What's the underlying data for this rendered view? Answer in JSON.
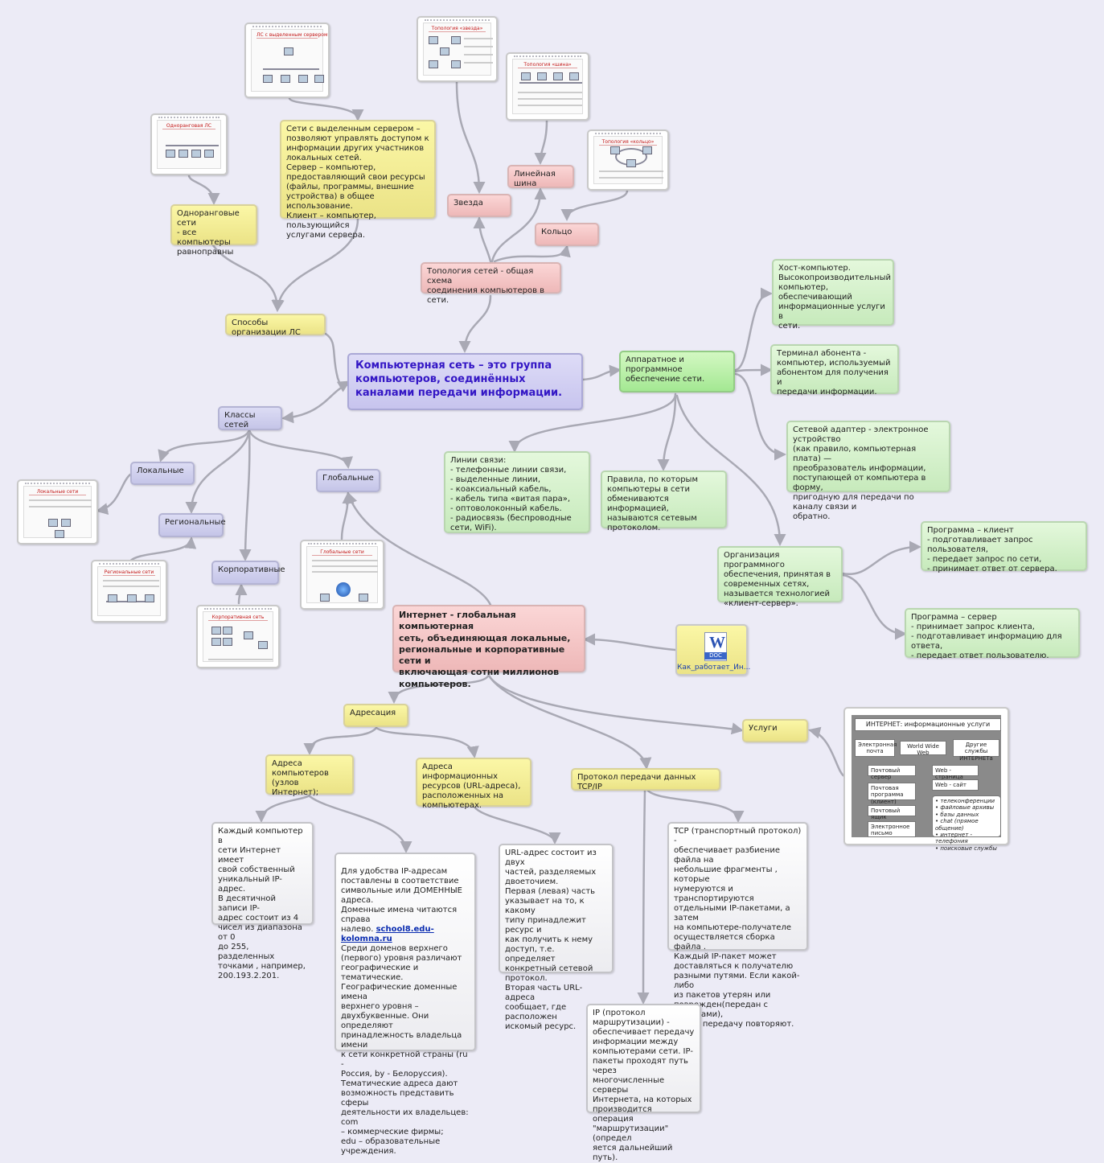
{
  "main": "Компьютерная сеть – это группа компьютеров, соединённых каналами передачи информации.",
  "methods": "Способы организации ЛС",
  "peer": "Одноранговые сети\n- все компьютеры\nравноправны",
  "server": "Сети с выделенным сервером –\nпозволяют управлять доступом к\nинформации других участников\nлокальных  сетей.\nСервер – компьютер,\nпредоставляющий свои ресурсы\n(файлы, программы, внешние\nустройства) в общее использование.\nКлиент – компьютер, пользующийся\nуслугами сервера.",
  "topology": "Топология сетей - общая схема\nсоединения компьютеров в сети.",
  "star": "Звезда",
  "bus": "Линейная шина",
  "ring": "Кольцо",
  "hardware": "Аппаратное и\nпрограммное\nобеспечение сети.",
  "host": "Хост-компьютер.\nВысокопроизводительный\nкомпьютер,\nобеспечивающий\nинформационные услуги в\nсети.",
  "terminal": "Терминал абонента -\nкомпьютер, используемый\nабонентом для получения и\nпередачи информации.",
  "adapter": "Сетевой адаптер - электронное устройство\n(как правило, компьютерная плата) —\nпреобразователь информации,\nпоступающей от компьютера в форму,\nпригодную для передачи по каналу связи и\nобратно.",
  "lines": "Линии связи:\n   -  телефонные линии связи,\n   - выделенные линии,\n   - коаксиальный кабель,\n   - кабель типа «витая пара»,\n   - оптоволоконный кабель.\n   - радиосвязь (беспроводные\nсети, WiFi).",
  "protocols": "Правила, по которым\nкомпьютеры в сети\nобмениваются информацией,\nназываются сетевым\nпротоколом.",
  "clientserver": "Организация программного\nобеспечения, принятая в\nсовременных сетях,\nназывается технологией\n«клиент-сервер».",
  "client": "Программа – клиент\n  - подготавливает запрос пользователя,\n  - передает запрос по сети,\n  - принимает ответ от сервера.",
  "serverprog": "Программа – сервер\n - принимает запрос клиента,\n - подготавливает информацию для ответа,\n - передает ответ пользователю.",
  "classes": "Классы сетей",
  "local": "Локальные",
  "regional": "Региональные",
  "corporate": "Корпоративные",
  "global": "Глобальные",
  "internet": "Интернет - глобальная компьютерная\nсеть,  объединяющая локальные,\nрегиональные и корпоративные сети и\nвключающая сотни миллионов\nкомпьютеров.",
  "doc_label": "DOC",
  "doc_caption": "Как_работает_Ин...",
  "addressing": "Адресация",
  "services": "Услуги",
  "addr_comp": "Адреса\nкомпьютеров\n(узлов Интернет);",
  "addr_res": "Адреса информационных\nресурсов (URL-адреса),\nрасположенных на\nкомпьютерах.",
  "tcpip": "Протокол передачи данных TCP/IP",
  "ip_addr": "Каждый компьютер в\nсети Интернет  имеет\nсвой собственный\nуникальный IP- адрес.\n В десятичной записи IP-\nадрес состоит из 4\nчисел из диапазона от 0\nдо 255, разделенных\nточками , например,\n200.193.2.201.",
  "dns_pre": "Для удобства IP-адресам\nпоставлены в соответствие\nсимвольные или ДОМЕННЫЕ\nадреса.\nДоменные имена читаются справа\nналево.  ",
  "dns_link": "school8.edu-kolomna.ru",
  "dns_post": "\nСреди доменов верхнего\n(первого)  уровня различают\nгеографические и тематические.\nГеографические доменные имена\nверхнего уровня –\nдвухбуквенные. Они определяют\nпринадлежность владельца имени\nк сети конкретной страны (ru -\nРоссия, by - Белоруссия).\nТематические адреса дают\nвозможность представить сферы\nдеятельности их владельцев: com\n– коммерческие фирмы;\nedu – образовательные\nучреждения.",
  "url": "URL-адрес состоит из двух\nчастей, разделяемых\nдвоеточием.\n Первая (левая) часть\nуказывает на то, к какому\nтипу принадлежит ресурс и\nкак получить к нему\nдоступ, т.е. определяет\nконкретный сетевой\nпротокол.\n Вторая часть URL-адреса\nсообщает, где расположен\nискомый ресурс.",
  "tcp": "TCP (транспортный протокол) -\nобеспечивает разбиение файла на\nнебольшие фрагменты , которые\nнумеруются и транспортируются\nотдельными IP-пакетами, а затем\nна компьютере-получателе\nосуществляется сборка файла .\n Каждый IP-пакет может\nдоставляться к получателю\nразными путями. Если какой-либо\nиз пакетов утерян или\nповрежден(передан с ошибками),\nто его передачу повторяют.",
  "ip": "IP  (протокол\nмаршрутизации) -\nобеспечивает передачу\nинформации между\nкомпьютерами сети. IP-\nпакеты проходят путь через\nмногочисленные серверы\nИнтернета, на которых\nпроизводится операция\n\"маршрутизации\"(определ\nяется дальнейший путь).",
  "thumbs": {
    "ls_server": "ЛС с выделенным сервером",
    "peer": "Одноранговая ЛС",
    "star": "Топология «звезда»",
    "bus": "Топология «шина»",
    "ring": "Топология «кольцо»",
    "local": "Локальные сети",
    "regional": "Региональные сети",
    "corporate": "Корпоративная сеть",
    "global": "Глобальные сети"
  },
  "svc_diagram": {
    "title": "ИНТЕРНЕТ:  информационные  услуги",
    "email": "Электронная\nпочта",
    "www": "World Wide Web",
    "other": "Другие службы\nИНТЕРНЕТа",
    "mailserver": "Почтовый сервер",
    "mailclient": "Почтовая\nпрограмма (клиент)",
    "mailbox": "Почтовый ящик",
    "letter": "Электронное\nписьмо",
    "webpage": "Web - страница",
    "website": "Web - сайт",
    "list": "• телеконференции\n• файловые архивы\n• базы данных\n• chat (прямое общение)\n• интернет - телефония\n• поисковые службы"
  },
  "colors": {
    "background": "#ecebf6",
    "edge": "#a9a9b4",
    "main_text": "#3316c5"
  }
}
